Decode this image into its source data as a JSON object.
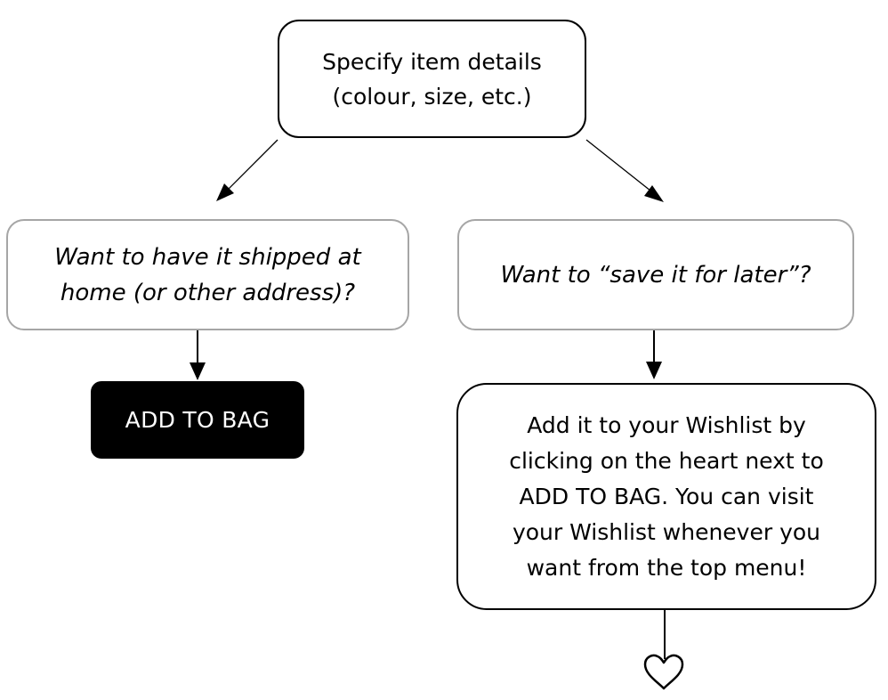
{
  "nodes": {
    "start": {
      "text": "Specify item details\n(colour, size, etc.)"
    },
    "question_ship": {
      "text": "Want to have it shipped at\nhome (or other address)?"
    },
    "question_save": {
      "text": "Want to “save it for later”?"
    },
    "add_to_bag": {
      "text": "ADD TO BAG"
    },
    "wishlist_info": {
      "text": "Add it to your Wishlist by\nclicking on the heart next to\nADD TO BAG. You can visit\nyour Wishlist whenever you\nwant from the top menu!"
    }
  },
  "end_icon": "heart-outline-icon"
}
